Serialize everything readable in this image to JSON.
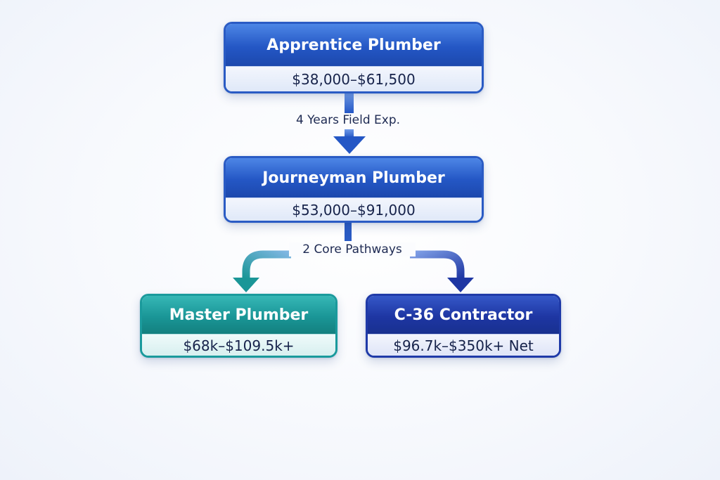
{
  "nodes": {
    "apprentice": {
      "title": "Apprentice Plumber",
      "salary": "$38,000–$61,500"
    },
    "journeyman": {
      "title": "Journeyman Plumber",
      "salary": "$53,000–$91,000"
    },
    "master": {
      "title": "Master Plumber",
      "salary": "$68k–$109.5k+"
    },
    "contractor": {
      "title": "C-36 Contractor",
      "salary": "$96.7k–$350k+ Net"
    }
  },
  "edges": {
    "apprentice_to_journeyman": "4 Years Field Exp.",
    "journeyman_to_paths": "2 Core Pathways"
  },
  "colors": {
    "blue": "#2457c5",
    "teal": "#1a9697",
    "navy": "#1e36a3",
    "text": "#1e2a52"
  }
}
